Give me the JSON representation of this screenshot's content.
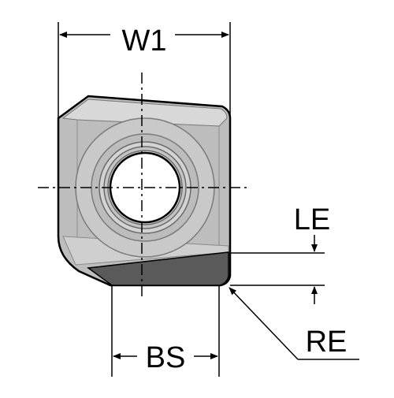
{
  "labels": {
    "w1": "W1",
    "le": "LE",
    "bs": "BS",
    "re": "RE"
  },
  "colors": {
    "body_fill": "#bdbdbd",
    "body_light": "#d6d6d6",
    "edge_dark": "#5a5a5a",
    "outline": "#000000",
    "background": "#ffffff"
  }
}
